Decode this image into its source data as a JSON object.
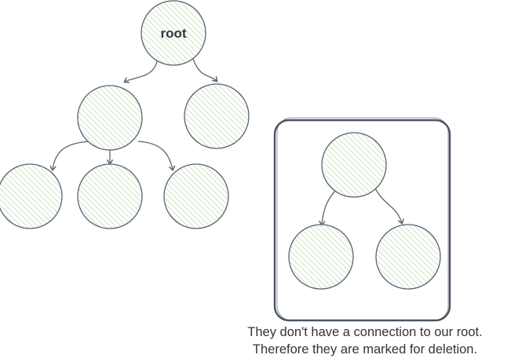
{
  "diagram": {
    "root_label": "root",
    "caption_line1": "They don't have a connection to our root.",
    "caption_line2": "Therefore they are marked for deletion."
  },
  "colors": {
    "node_fill_hatch": "#b9d8a8",
    "node_stroke": "#5b6470",
    "edge": "#5b6470",
    "group_box": "#4b5563",
    "text": "#333333"
  }
}
